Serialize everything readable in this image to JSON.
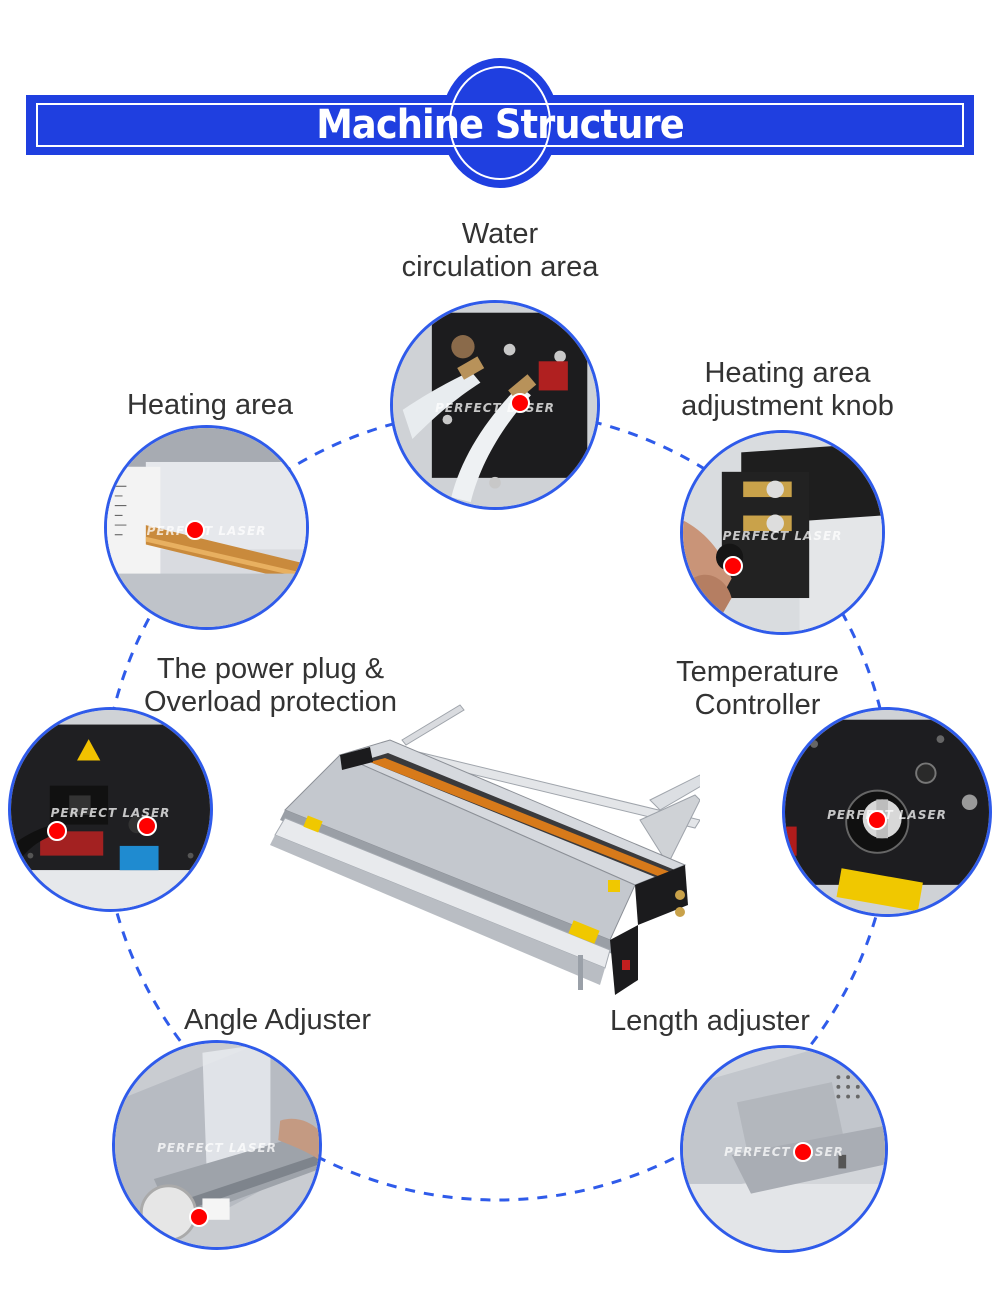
{
  "header": {
    "title": "Machine Structure",
    "accent_color": "#1f3fe0"
  },
  "watermark": "PERFECT LASER",
  "parts": [
    {
      "id": "water",
      "lines": [
        "Water",
        "circulation area"
      ]
    },
    {
      "id": "heating",
      "lines": [
        "Heating area"
      ]
    },
    {
      "id": "knob",
      "lines": [
        "Heating area",
        "adjustment knob"
      ]
    },
    {
      "id": "power",
      "lines": [
        "The power plug &",
        "Overload protection"
      ]
    },
    {
      "id": "temp",
      "lines": [
        "Temperature",
        "Controller"
      ]
    },
    {
      "id": "angle",
      "lines": [
        "Angle Adjuster"
      ]
    },
    {
      "id": "length",
      "lines": [
        "Length adjuster"
      ]
    }
  ],
  "ring_color": "#2f5bea",
  "marker_color": "#ff0000"
}
